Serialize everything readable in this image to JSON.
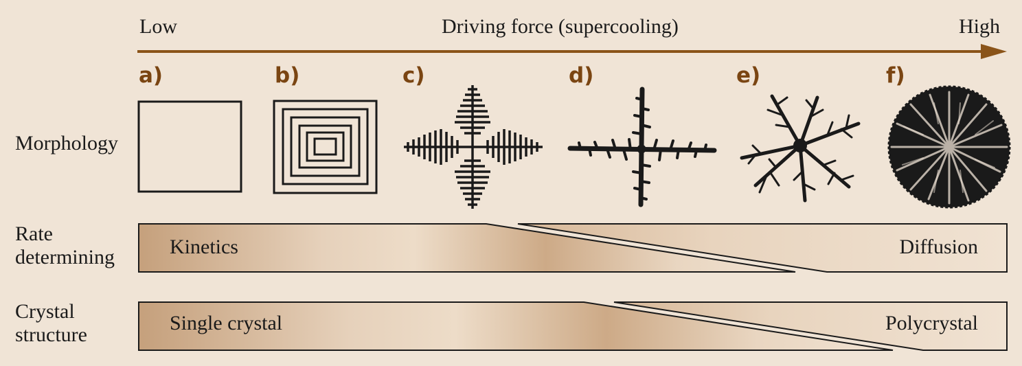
{
  "axis": {
    "low_label": "Low",
    "title": "Driving force (supercooling)",
    "high_label": "High"
  },
  "panels": [
    "a)",
    "b)",
    "c)",
    "d)",
    "e)",
    "f)"
  ],
  "rows": {
    "morphology": {
      "label": "Morphology"
    },
    "rate": {
      "label_line1": "Rate",
      "label_line2": "determining",
      "left_text": "Kinetics",
      "right_text": "Diffusion"
    },
    "crystal": {
      "label_line1": "Crystal",
      "label_line2": "structure",
      "left_text": "Single crystal",
      "right_text": "Polycrystal"
    }
  },
  "colors": {
    "background": "#f0e4d6",
    "arrow": "#8a5419",
    "panel_label": "#7a4512",
    "band_dark": "#c8a582",
    "band_light": "#ecdac6",
    "ink": "#1a1a1a"
  }
}
